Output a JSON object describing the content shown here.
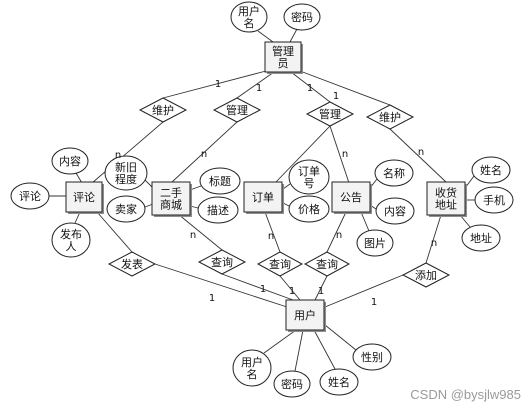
{
  "diagram": {
    "entities": {
      "admin": {
        "lines": [
          "管理",
          "员"
        ]
      },
      "comment": {
        "lines": [
          "评论"
        ]
      },
      "shop": {
        "lines": [
          "二手",
          "商城"
        ]
      },
      "order": {
        "lines": [
          "订单"
        ]
      },
      "notice": {
        "lines": [
          "公告"
        ]
      },
      "address": {
        "lines": [
          "收货",
          "地址"
        ]
      },
      "user": {
        "lines": [
          "用户"
        ]
      }
    },
    "attributes": {
      "admin_username": {
        "lines": [
          "用户",
          "名"
        ]
      },
      "admin_password": {
        "lines": [
          "密码"
        ]
      },
      "comment_content": {
        "lines": [
          "内容"
        ]
      },
      "comment_text": {
        "lines": [
          "评论"
        ]
      },
      "comment_publisher": {
        "lines": [
          "发布",
          "人"
        ]
      },
      "shop_condition": {
        "lines": [
          "新旧",
          "程度"
        ]
      },
      "shop_seller": {
        "lines": [
          "卖家"
        ]
      },
      "shop_title": {
        "lines": [
          "标题"
        ]
      },
      "shop_description": {
        "lines": [
          "描述"
        ]
      },
      "order_number": {
        "lines": [
          "订单",
          "号"
        ]
      },
      "order_price": {
        "lines": [
          "价格"
        ]
      },
      "notice_name": {
        "lines": [
          "名称"
        ]
      },
      "notice_content": {
        "lines": [
          "内容"
        ]
      },
      "notice_image": {
        "lines": [
          "图片"
        ]
      },
      "address_name": {
        "lines": [
          "姓名"
        ]
      },
      "address_phone": {
        "lines": [
          "手机"
        ]
      },
      "address_location": {
        "lines": [
          "地址"
        ]
      },
      "user_username": {
        "lines": [
          "用户",
          "名"
        ]
      },
      "user_password": {
        "lines": [
          "密码"
        ]
      },
      "user_name": {
        "lines": [
          "姓名"
        ]
      },
      "user_gender": {
        "lines": [
          "性别"
        ]
      }
    },
    "relationships": {
      "admin_maintain_comment": {
        "label": "维护",
        "cardinality": [
          "1",
          "n"
        ]
      },
      "admin_manage_shop": {
        "label": "管理",
        "cardinality": [
          "1",
          "n"
        ]
      },
      "admin_manage_notice": {
        "label": "管理",
        "cardinality": [
          "1",
          "n"
        ]
      },
      "admin_maintain_address": {
        "label": "维护",
        "cardinality": [
          "1",
          "n"
        ]
      },
      "user_publish_comment": {
        "label": "发表",
        "cardinality": [
          "1"
        ]
      },
      "user_query_shop": {
        "label": "查询",
        "cardinality": [
          "1",
          "n"
        ]
      },
      "user_query_order": {
        "label": "查询",
        "cardinality": [
          "1",
          "n"
        ]
      },
      "user_query_notice": {
        "label": "查询",
        "cardinality": [
          "1",
          "n"
        ]
      },
      "user_add_address": {
        "label": "添加",
        "cardinality": [
          "1",
          "n"
        ]
      }
    }
  },
  "watermark": "CSDN @bysjlw985"
}
